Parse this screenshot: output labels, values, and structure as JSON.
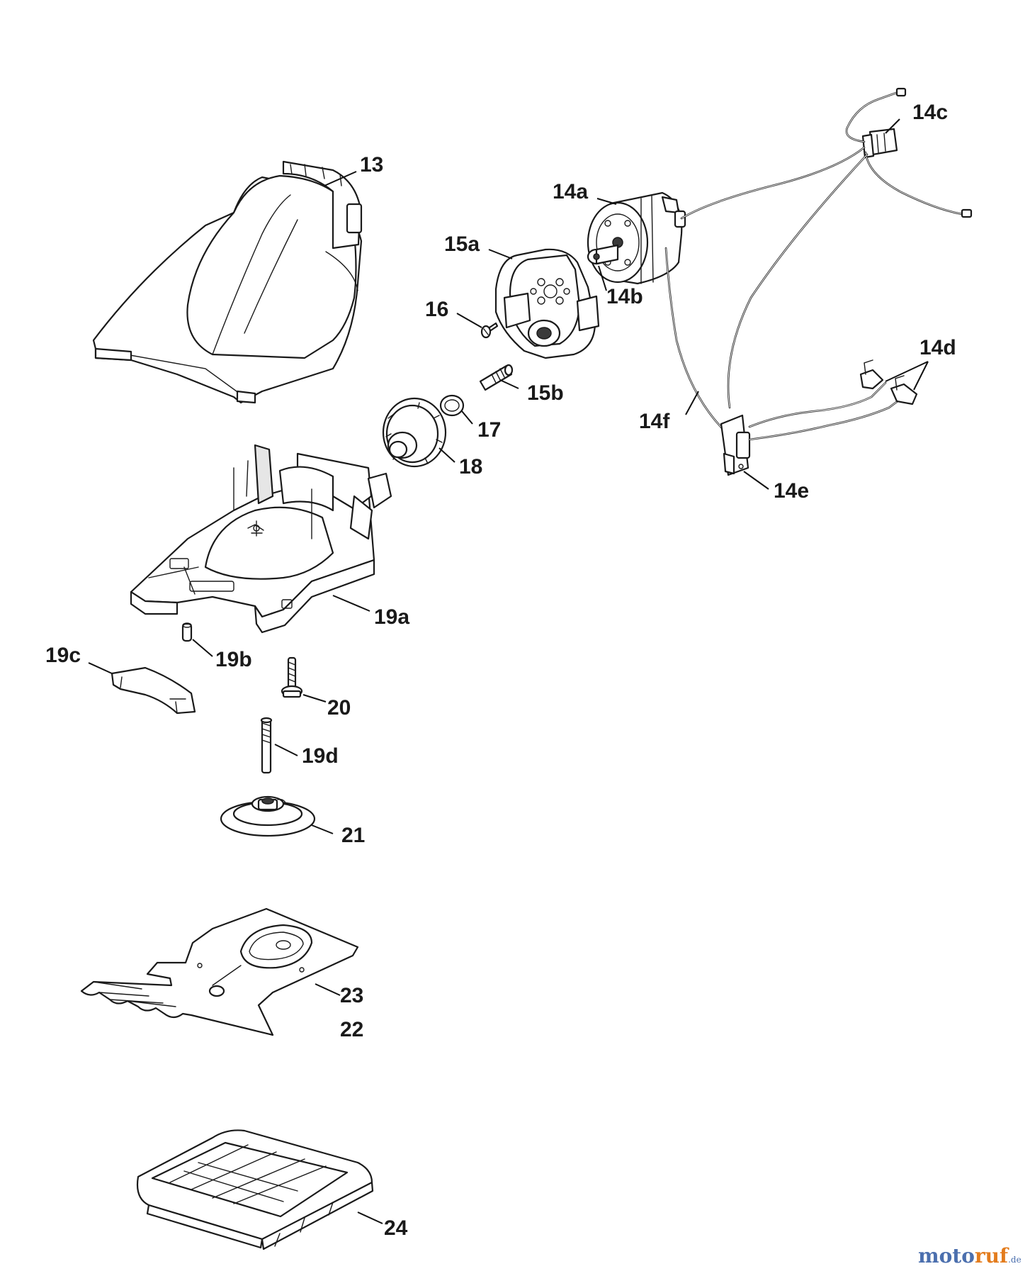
{
  "labels": {
    "p13": "13",
    "p14a": "14a",
    "p14b": "14b",
    "p14c": "14c",
    "p14d": "14d",
    "p14e": "14e",
    "p14f": "14f",
    "p15a": "15a",
    "p15b": "15b",
    "p16": "16",
    "p17": "17",
    "p18": "18",
    "p19a": "19a",
    "p19b": "19b",
    "p19c": "19c",
    "p19d": "19d",
    "p20": "20",
    "p21": "21",
    "p22": "22",
    "p23": "23",
    "p24": "24"
  },
  "brand": {
    "part1": "moto",
    "part2": "ruf",
    "part3": ".de"
  },
  "colors": {
    "line": "#1a1a1a",
    "brand_blue": "#4b6fae",
    "brand_orange": "#e37c1d"
  }
}
